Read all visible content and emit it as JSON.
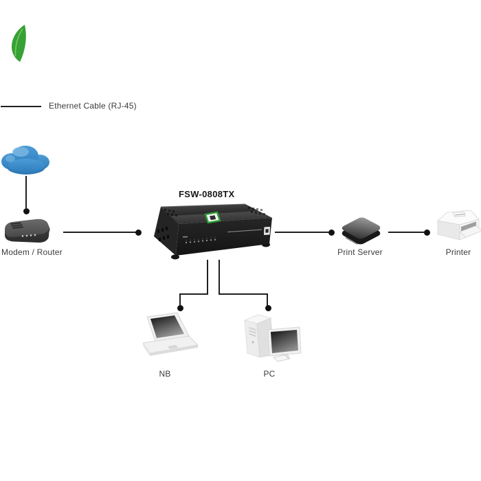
{
  "diagram": {
    "legend": {
      "label": "Ethernet Cable (RJ-45)"
    },
    "switch_model": "FSW-0808TX",
    "labels": {
      "modem": "Modem / Router",
      "print_server": "Print Server",
      "printer": "Printer",
      "notebook": "NB",
      "pc": "PC"
    },
    "colors": {
      "cable": "#1f1f1f",
      "cloud_blue": "#3e8ecb",
      "brand_green": "#36a135",
      "device_dark": "#1b1b1b",
      "text": "#3b3b3b"
    }
  }
}
